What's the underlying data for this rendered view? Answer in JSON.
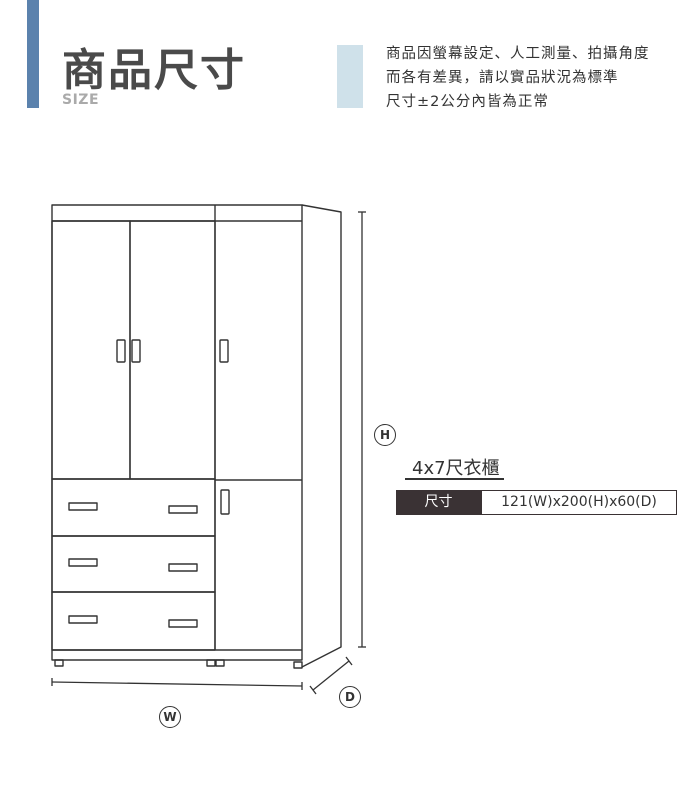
{
  "header": {
    "title": "商品尺寸",
    "subtitle": "SIZE",
    "accent_color": "#5b82ad"
  },
  "notice": {
    "lines": [
      "商品因螢幕設定、人工測量、拍攝角度",
      "而各有差異，請以實品狀況為標準",
      "尺寸±2公分內皆為正常"
    ]
  },
  "dimensions": {
    "height_label": "H",
    "width_label": "W",
    "depth_label": "D"
  },
  "product": {
    "name": "4x7尺衣櫃",
    "spec_label": "尺寸",
    "spec_value": "121(W)x200(H)x60(D)"
  }
}
